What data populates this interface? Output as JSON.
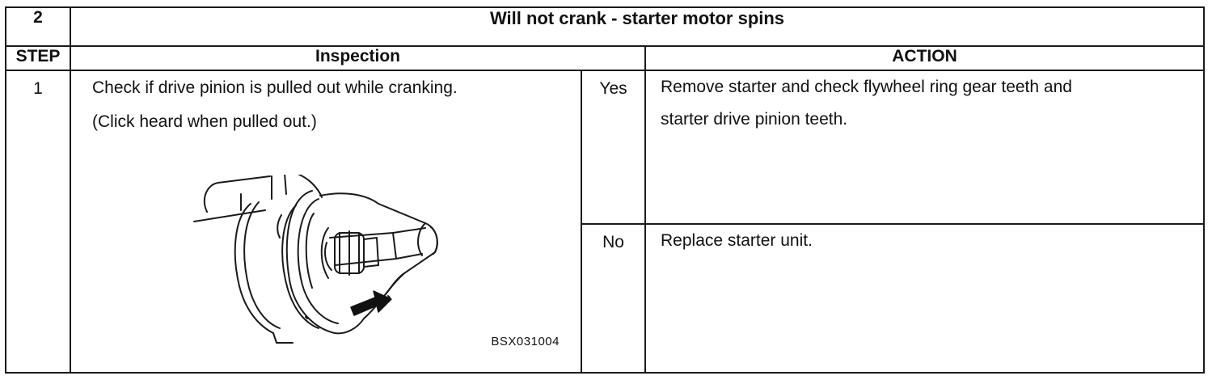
{
  "table": {
    "number": "2",
    "title": "Will not crank - starter motor spins",
    "headers": {
      "step": "STEP",
      "inspection": "Inspection",
      "action": "ACTION"
    },
    "rows": [
      {
        "step": "1",
        "inspection_line1": "Check if drive pinion is pulled out while cranking.",
        "inspection_line2": "(Click heard when pulled out.)",
        "figure_code": "BSX031004",
        "yes_label": "Yes",
        "yes_action_line1": "Remove starter and check flywheel ring gear teeth and",
        "yes_action_line2": "starter drive pinion teeth.",
        "no_label": "No",
        "no_action": "Replace starter unit."
      }
    ]
  },
  "figure": {
    "icon": "starter-motor-drive-pinion-illustration"
  }
}
